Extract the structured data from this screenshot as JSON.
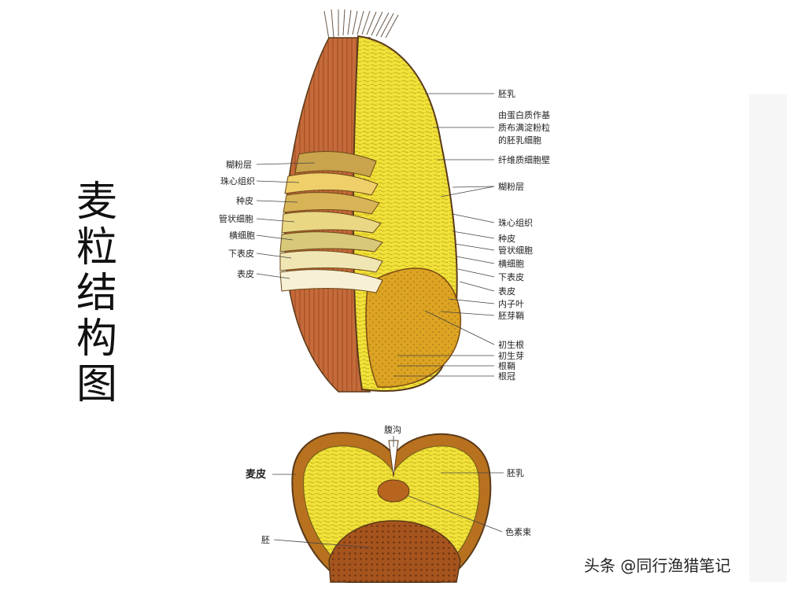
{
  "title_chars": [
    "麦",
    "粒",
    "结",
    "构",
    "图"
  ],
  "watermark": "头条 @同行渔猎笔记",
  "grain_labels_left": [
    "糊粉层",
    "珠心组织",
    "种皮",
    "管状细胞",
    "横细胞",
    "下表皮",
    "表皮"
  ],
  "grain_labels_right": {
    "endosperm": "胚乳",
    "endosperm_desc": [
      "由蛋白质作基",
      "质布满淀粉粒",
      "的胚乳细胞"
    ],
    "cell_wall": "纤维质细胞壁",
    "aleurone": "糊粉层",
    "nucellus": "珠心组织",
    "seed_coat": "种皮",
    "tube_cells": "管状细胞",
    "cross_cells": "横细胞",
    "hypodermis": "下表皮",
    "epidermis": "表皮",
    "scutellum": "内子叶",
    "coleoptile": "胚芽鞘",
    "radicle": "初生根",
    "plumule": "初生芽",
    "coleorhiza": "根鞘",
    "root_cap": "根冠"
  },
  "section_labels": {
    "crease": "腹沟",
    "bran": "麦皮",
    "endosperm": "胚乳",
    "embryo": "胚",
    "pigment_strand": "色素束"
  },
  "colors": {
    "bran": "#c56a3a",
    "endosperm": "#f2e23a",
    "embryo": "#d9a21e",
    "outline": "#5a3a1a"
  }
}
